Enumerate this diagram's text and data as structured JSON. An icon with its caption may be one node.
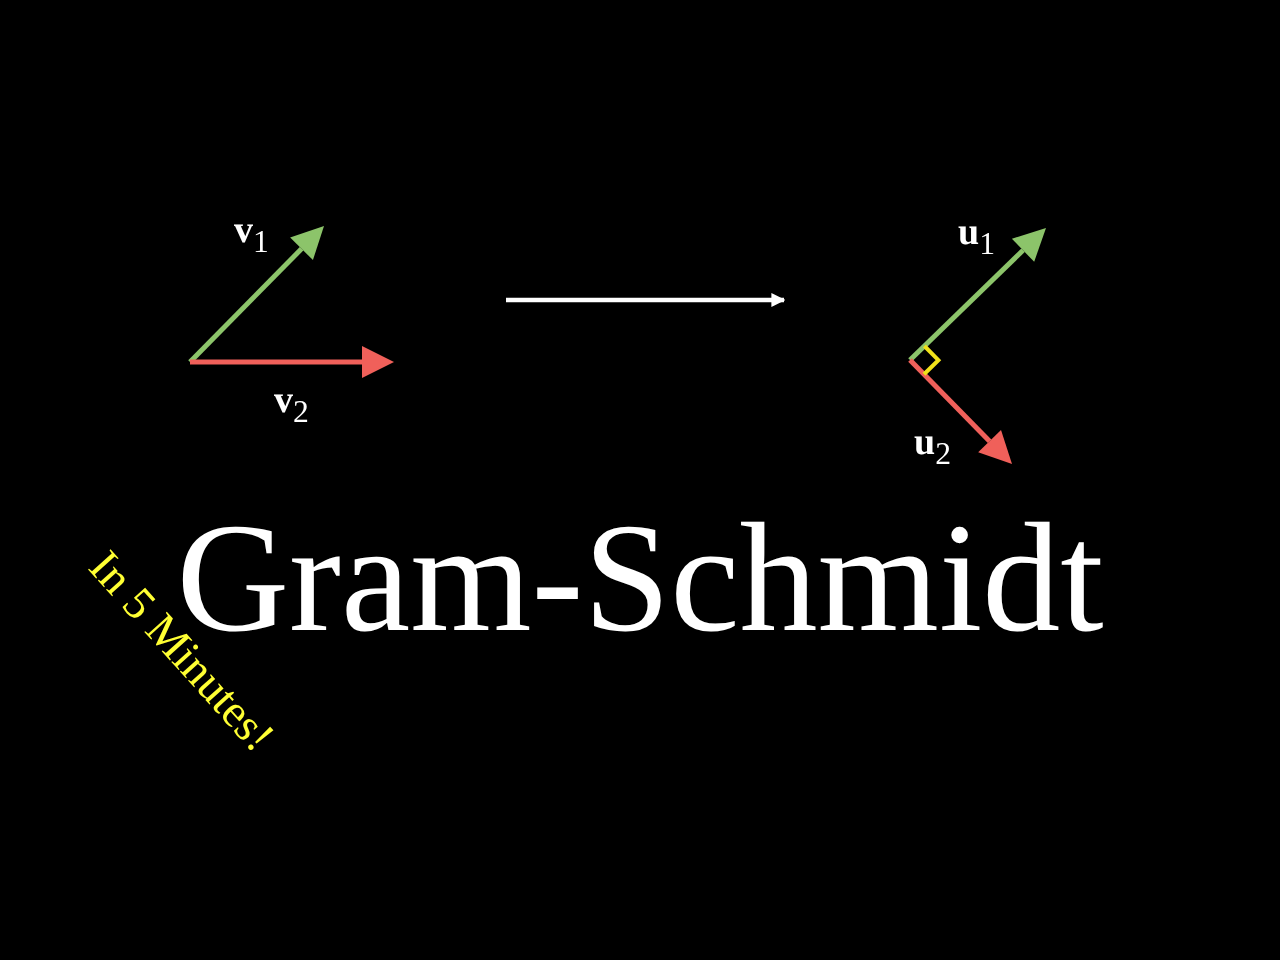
{
  "diagram": {
    "title": "Gram-Schmidt",
    "nodes": [
      {
        "text": [
          "**v**$_{1}$",
          "**v**$_{2}$"
        ]
      },
      {
        "text": [
          "**u**$_{1}$",
          "**u**$_{2}$"
        ]
      }
    ],
    "edges": [
      {
        "from": 0,
        "to": 1,
        "arrow": "to"
      }
    ],
    "labels": [
      "In 5 Minutes!"
    ]
  }
}
